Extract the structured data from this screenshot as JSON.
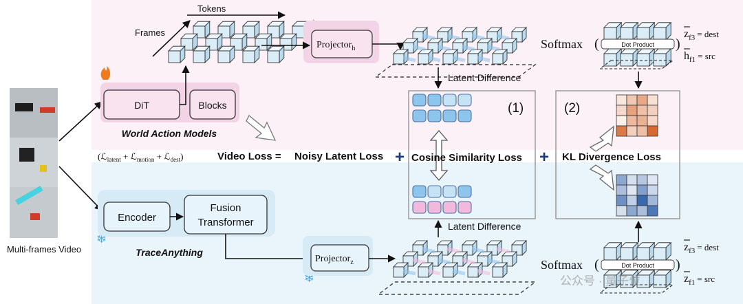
{
  "labels": {
    "frames": "Frames",
    "tokens": "Tokens",
    "dit": "DiT",
    "blocks": "Blocks",
    "world_action_models": "World Action Models",
    "projector_h": "Projector",
    "projector_h_sub": "h",
    "latent_difference_top": "Latent Difference",
    "latent_difference_bottom": "Latent Difference",
    "step1": "(1)",
    "step2": "(2)",
    "softmax_top": "Softmax",
    "softmax_bottom": "Softmax",
    "dot_product_top": "Dot Product",
    "dot_product_bottom": "Dot Product",
    "z_top_lhs": "z",
    "z_top_sub": "f3",
    "z_top_rhs": "= dest",
    "h_top_lhs": "h",
    "h_top_sub": "f1",
    "h_top_rhs": "= src",
    "z_bot_lhs": "z",
    "z_bot_sub": "f3",
    "z_bot_rhs": "= dest",
    "z_bot2_lhs": "z",
    "z_bot2_sub": "f1",
    "z_bot2_rhs": "= src",
    "loss_terms": "(ℒ",
    "loss_latent": "latent",
    "loss_motion": "motion",
    "loss_dest": "dest",
    "video_loss": "Video Loss =",
    "noisy_latent_loss": "Noisy Latent Loss",
    "plus1": "+",
    "cosine_similarity_loss": "Cosine Similarity Loss",
    "plus2": "+",
    "kl_divergence_loss": "KL Divergence Loss",
    "encoder": "Encoder",
    "fusion_line1": "Fusion",
    "fusion_line2": "Transformer",
    "trace_anything": "TraceAnything",
    "projector_z": "Projector",
    "projector_z_sub": "z",
    "multi_frames_video": "Multi-frames Video",
    "watermark": "公众号 · 量子位"
  },
  "colors": {
    "top_band": "#fbf1f7",
    "bottom_band": "#eaf4fb",
    "pink_box": "#f3d4e6",
    "pink_box_light": "#f8e3ee",
    "blue_box": "#d6ebf6",
    "token_blue": "#8ec5ec",
    "token_pink": "#f2b9dc",
    "heat_orange": "#e9824a",
    "heat_blue": "#3e78c0"
  },
  "heatmap_top": [
    [
      0.15,
      0.35,
      0.55,
      0.2
    ],
    [
      0.25,
      0.6,
      0.4,
      0.3
    ],
    [
      0.1,
      0.45,
      0.5,
      0.25
    ],
    [
      0.85,
      0.3,
      0.4,
      0.95
    ]
  ],
  "heatmap_bottom": [
    [
      0.55,
      0.2,
      0.35,
      0.15
    ],
    [
      0.4,
      0.15,
      0.6,
      0.25
    ],
    [
      0.7,
      0.3,
      0.95,
      0.45
    ],
    [
      0.2,
      0.55,
      0.4,
      0.85
    ]
  ]
}
